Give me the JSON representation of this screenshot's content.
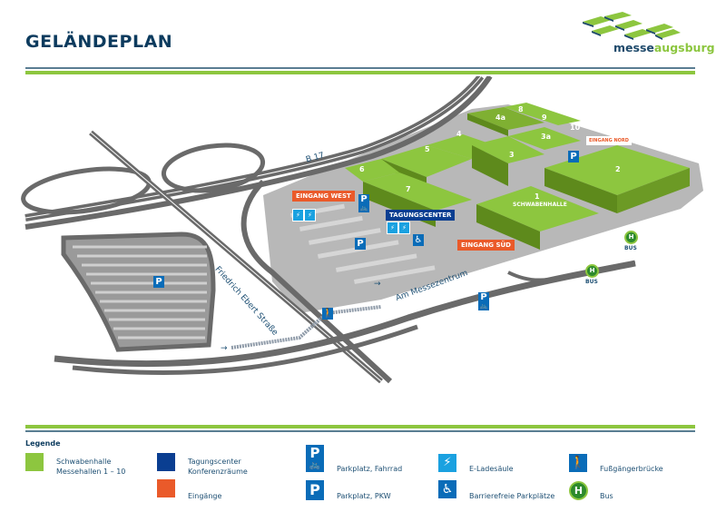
{
  "header": {
    "title": "GELÄNDEPLAN",
    "logo_part1": "messe",
    "logo_part2": "augsburg"
  },
  "colors": {
    "title": "#0c3b5e",
    "accent_green": "#8dc63f",
    "accent_blue_rule": "#5a7d93",
    "halls": "#8dc63f",
    "conference": "#0a3e91",
    "entrances": "#ea5a2a",
    "parking": "#0a6cb8",
    "e_charging": "#1aa1e0",
    "bus": "#2d8a2d"
  },
  "map": {
    "halls": [
      {
        "id": "1",
        "label": "1",
        "sub": "SCHWABENHALLE"
      },
      {
        "id": "2",
        "label": "2"
      },
      {
        "id": "3",
        "label": "3"
      },
      {
        "id": "3a",
        "label": "3a"
      },
      {
        "id": "4",
        "label": "4"
      },
      {
        "id": "4a",
        "label": "4a"
      },
      {
        "id": "5",
        "label": "5"
      },
      {
        "id": "6",
        "label": "6"
      },
      {
        "id": "7",
        "label": "7"
      },
      {
        "id": "8",
        "label": "8"
      },
      {
        "id": "9",
        "label": "9"
      },
      {
        "id": "10",
        "label": "10"
      }
    ],
    "labels": {
      "eingang_west": "EINGANG WEST",
      "eingang_sued": "EINGANG SÜD",
      "eingang_nord": "EINGANG NORD",
      "tagungscenter": "TAGUNGSCENTER"
    },
    "streets": {
      "b17": "B 17",
      "friedrich_ebert": "Friedrich Ebert Straße",
      "am_messezentrum": "Am Messezentrum"
    },
    "icons": {
      "parking": "P",
      "bike": "🚲",
      "e_charge": "⚡",
      "wheelchair": "♿",
      "pedestrian": "🚶",
      "bus": "H",
      "arrow": "→"
    },
    "bus_label": "BUS"
  },
  "legend": {
    "title": "Legende",
    "items": [
      {
        "key": "halls",
        "label_line1": "Schwabenhalle",
        "label_line2": "Messehallen 1 – 10"
      },
      {
        "key": "conference",
        "label_line1": "Tagungscenter",
        "label_line2": "Konferenzräume"
      },
      {
        "key": "entrances",
        "label_line1": "Eingänge"
      },
      {
        "key": "bike_parking",
        "label_line1": "Parkplatz, Fahrrad"
      },
      {
        "key": "car_parking",
        "label_line1": "Parkplatz, PKW"
      },
      {
        "key": "e_charging",
        "label_line1": "E-Ladesäule"
      },
      {
        "key": "accessible_parking",
        "label_line1": "Barrierefreie Parkplätze"
      },
      {
        "key": "footbridge",
        "label_line1": "Fußgängerbrücke"
      },
      {
        "key": "bus",
        "label_line1": "Bus"
      }
    ]
  }
}
